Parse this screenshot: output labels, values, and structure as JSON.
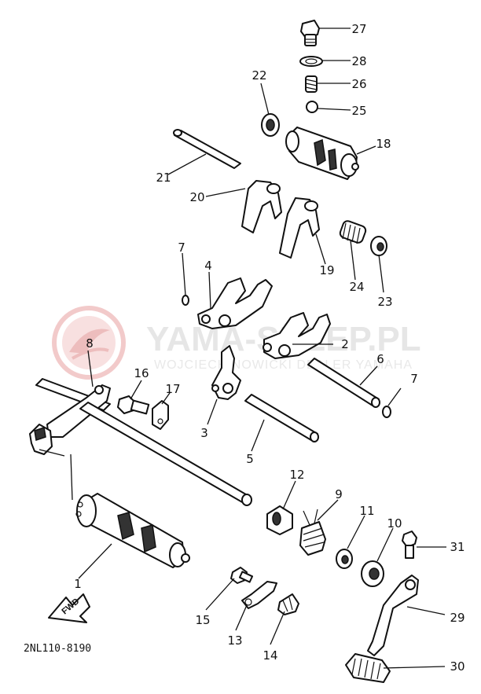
{
  "watermark": {
    "title": "YAMA-SKLEP.PL",
    "subtitle": "WOJCIECH NOWICKI DEALER YAMAHA",
    "logo_color": "#e8a0a0",
    "text_color": "#d3d3d3"
  },
  "drawing_code": "2NL110-8190",
  "direction_label": "FWD",
  "callouts": {
    "n1": "1",
    "n2": "2",
    "n3": "3",
    "n4": "4",
    "n5": "5",
    "n6": "6",
    "n7a": "7",
    "n7b": "7",
    "n8": "8",
    "n9": "9",
    "n10": "10",
    "n11": "11",
    "n12": "12",
    "n13": "13",
    "n14": "14",
    "n15": "15",
    "n16": "16",
    "n17": "17",
    "n18": "18",
    "n19": "19",
    "n20": "20",
    "n21": "21",
    "n22": "22",
    "n23": "23",
    "n24": "24",
    "n25": "25",
    "n26": "26",
    "n27": "27",
    "n28": "28",
    "n29": "29",
    "n30": "30",
    "n31": "31"
  }
}
